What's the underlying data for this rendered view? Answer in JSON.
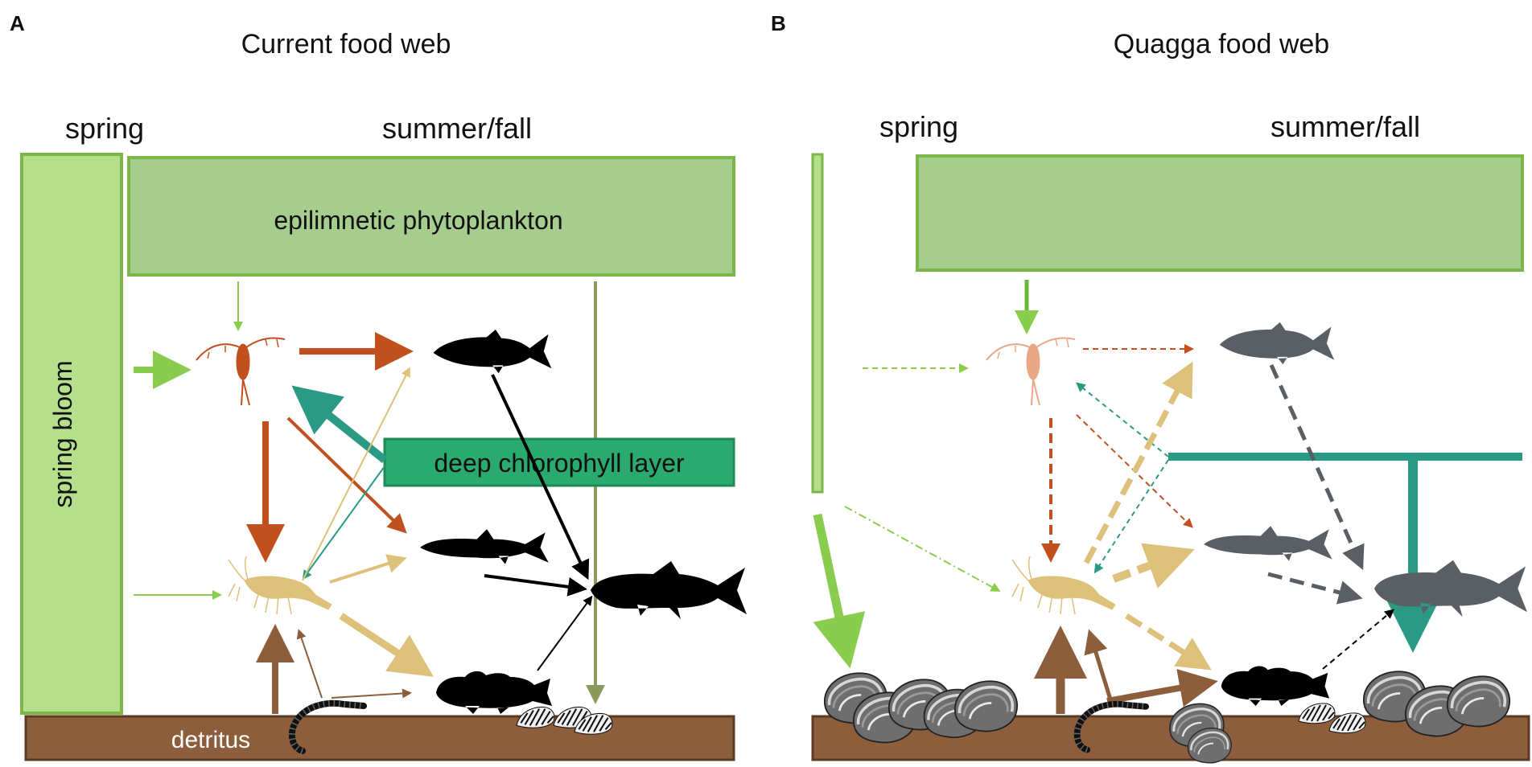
{
  "panel_a": {
    "letter": "A",
    "title": "Current food web",
    "spring_label": "spring",
    "summer_label": "summer/fall",
    "spring_box": "spring bloom",
    "epi_box": "epilimnetic phytoplankton",
    "deep_box": "deep chlorophyll layer",
    "detritus": "detritus"
  },
  "panel_b": {
    "letter": "B",
    "title": "Quagga food web",
    "spring_label": "spring",
    "summer_label": "summer/fall"
  },
  "colors": {
    "spring_green": "#b5df8a",
    "epi_green": "#a6cd8e",
    "box_border": "#7ab648",
    "deep_teal": "#2aaa6e",
    "detritus_brown": "#8c5e3c",
    "copepod_red": "#c0501e",
    "amphipod_tan": "#ddc07a",
    "fish_black": "#000000",
    "fish_gray": "#5a5f66",
    "arrow_green": "#8acd4e",
    "arrow_teal": "#2a9a84",
    "arrow_olive": "#8a9a5a"
  }
}
